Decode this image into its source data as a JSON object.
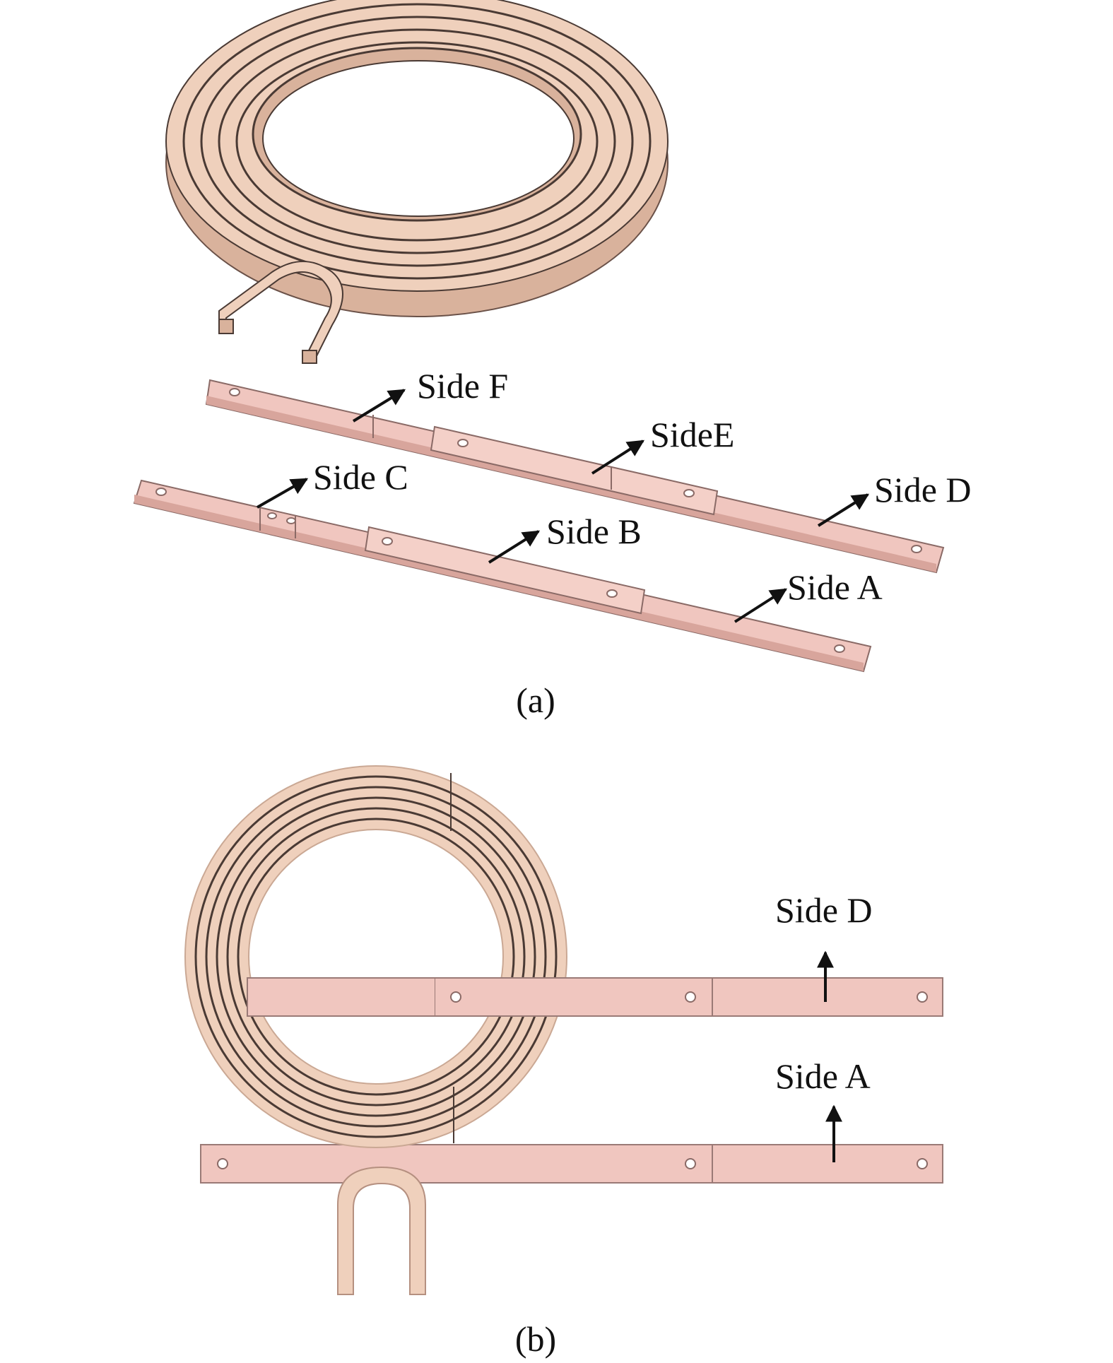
{
  "panel_a": {
    "caption": "(a)",
    "labels": {
      "side_f": "Side F",
      "side_e": "SideE",
      "side_d": "Side D",
      "side_c": "Side C",
      "side_b": "Side B",
      "side_a": "Side A"
    }
  },
  "panel_b": {
    "caption": "(b)",
    "labels": {
      "side_d": "Side D",
      "side_a": "Side A"
    }
  },
  "colors": {
    "coil": "#efd0bc",
    "coil_dark": "#d9b29c",
    "coil_line": "#4a3a34",
    "strip": "#f0c6bf",
    "strip_edge": "#8a6a66",
    "arrow": "#111111"
  }
}
